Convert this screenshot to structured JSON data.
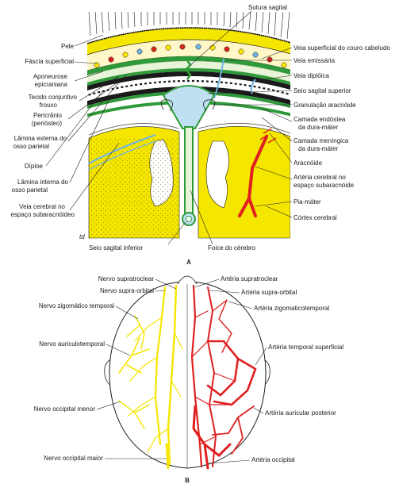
{
  "figure_a": {
    "caption": "A",
    "signature": "td",
    "labels_left": [
      "Pele",
      "Fáscia superficial",
      "Aponeurose",
      "epicraniana",
      "Tecido conjuntivo",
      "frouxo",
      "Pericrânio",
      "(periósteo)",
      "Lâmina externa do",
      "osso parietal",
      "Díploe",
      "Lâmina interna do",
      "osso parietal",
      "Veia cerebral no",
      "espaço subaracnóideo"
    ],
    "labels_top": [
      "Sutura sagital"
    ],
    "labels_right": [
      "Veia superficial do couro cabeludo",
      "Veia emissária",
      "Veia diplóica",
      "Seio sagital superior",
      "Granulação aracnóide",
      "Camada endóstea",
      "da dura-máter",
      "Camada meníngica",
      "da dura-máter",
      "Aracnóide",
      "Artéria cerebral no",
      "espaço subaracnóide",
      "Pia-máter",
      "Córtex cerebral"
    ],
    "labels_bottom": [
      "Seio sagital inferior",
      "Foice do cérebro"
    ]
  },
  "figure_b": {
    "caption": "B",
    "labels_left": [
      "Nervo supratroclear",
      "Nervo supra-orbital",
      "Nervo zigomático temporal",
      "Nervo auriculotemporal",
      "Nervo occipital menor",
      "Nervo occipital maior"
    ],
    "labels_right": [
      "Artéria supratroclear",
      "Artéria supra-orbital",
      "Artéria zigomaticotemporal",
      "Artéria temporal superficial",
      "Artéria auricular posterior",
      "Artéria occipital"
    ]
  },
  "colors": {
    "skin": "#f5e600",
    "fascia_dot_yellow": "#ffe800",
    "fascia_dot_red": "#d8261c",
    "fascia_dot_blue": "#6fb4e2",
    "galea": "#2f9a3a",
    "dura": "#2f9a3a",
    "bone": "#1a1a1a",
    "sinus": "#bfe0f0",
    "brain": "#f5e600",
    "artery": "#e02020",
    "nerve": "#f5e600"
  }
}
